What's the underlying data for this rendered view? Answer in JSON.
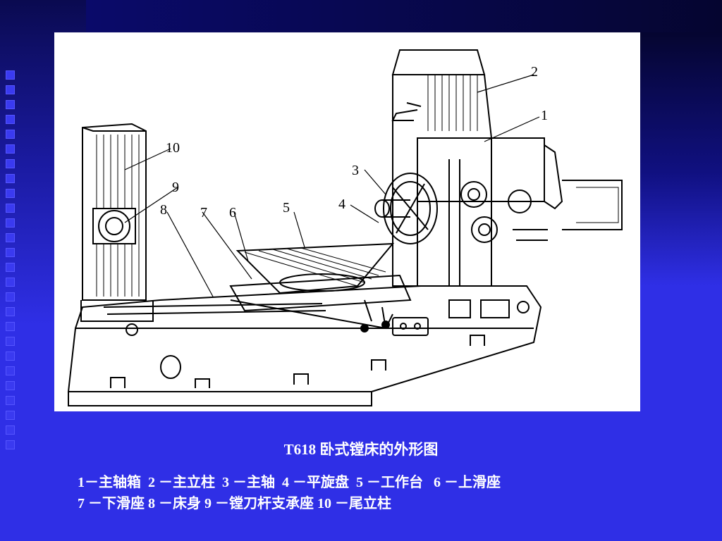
{
  "slide": {
    "caption": "T618 卧式镗床的外形图",
    "legend_line_1": "1－主轴箱  2 －主立柱  3 －主轴  4 －平旋盘  5 －工作台   6 －上滑座",
    "legend_line_2": "7 －下滑座 8 －床身 9 －镗刀杆支承座 10 －尾立柱"
  },
  "figure": {
    "callouts": [
      "1",
      "2",
      "3",
      "4",
      "5",
      "6",
      "7",
      "8",
      "9",
      "10"
    ]
  },
  "colors": {
    "background": "#2f2fe6",
    "panel": "#ffffff",
    "text": "#ffffff"
  }
}
